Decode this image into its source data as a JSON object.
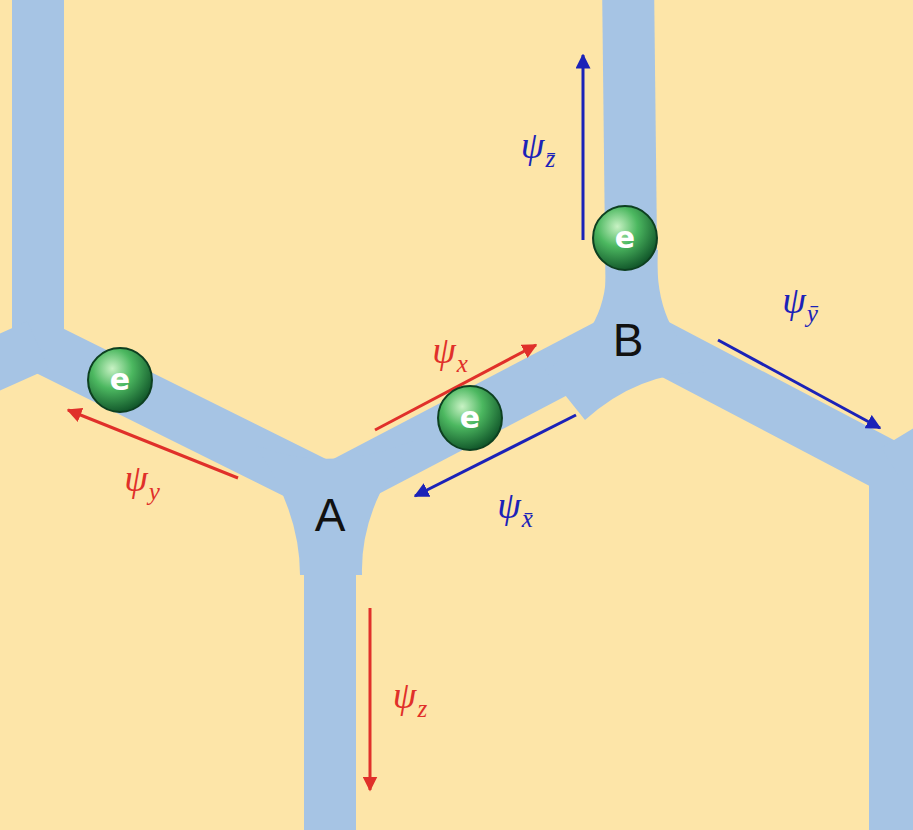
{
  "diagram": {
    "nodes": [
      {
        "text": [
          "e"
        ]
      },
      {
        "text": [
          "e"
        ]
      },
      {
        "text": [
          "e"
        ]
      }
    ],
    "labels": [
      "ψz̄",
      "ψȳ",
      "B",
      "ψx",
      "ψy",
      "A",
      "ψx̄",
      "ψz"
    ]
  }
}
